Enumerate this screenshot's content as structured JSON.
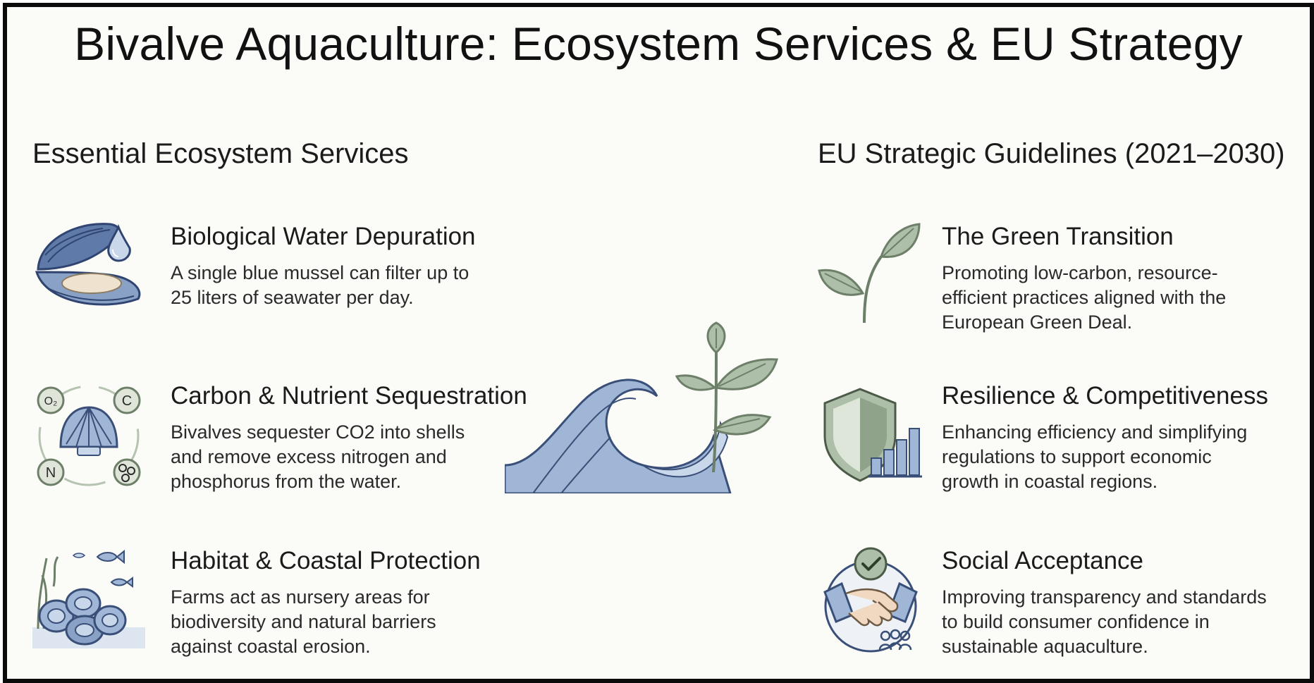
{
  "title": "Bivalve Aquaculture: Ecosystem Services & EU Strategy",
  "left_section": {
    "heading": "Essential Ecosystem Services",
    "items": [
      {
        "title": "Biological Water Depuration",
        "description": "A single blue mussel can filter up to\n25 liters of seawater per day.",
        "icon": "mussel-with-water-drop-icon"
      },
      {
        "title": "Carbon & Nutrient Sequestration",
        "description": "Bivalves sequester CO2 into shells\nand remove excess nitrogen and\nphosphorus from the water.",
        "icon": "shell-with-elements-icon",
        "icon_labels": [
          "O₂",
          "C",
          "N"
        ]
      },
      {
        "title": "Habitat & Coastal Protection",
        "description": "Farms act as nursery areas for\nbiodiversity and natural barriers\nagainst coastal erosion.",
        "icon": "oyster-reef-with-fish-icon"
      }
    ]
  },
  "right_section": {
    "heading": "EU Strategic Guidelines (2021–2030)",
    "items": [
      {
        "title": "The Green Transition",
        "description": "Promoting low-carbon, resource-\nefficient practices aligned with the\nEuropean Green Deal.",
        "icon": "sprout-icon"
      },
      {
        "title": "Resilience & Competitiveness",
        "description": "Enhancing efficiency and simplifying\nregulations to support economic\ngrowth in coastal regions.",
        "icon": "shield-with-bar-chart-icon"
      },
      {
        "title": "Social Acceptance",
        "description": "Improving transparency and standards\nto build consumer confidence in\nsustainable aquaculture.",
        "icon": "handshake-with-checkmark-icon"
      }
    ]
  },
  "center_illustration": "wave-with-plant-icon",
  "colors": {
    "frame": "#0b0b0b",
    "background": "#fbfbf8",
    "navy": "#3a4f78",
    "blue": "#9fb6d6",
    "light_blue": "#c9d7ea",
    "sage": "#aebfa9",
    "sage_dark": "#6d7f68"
  }
}
